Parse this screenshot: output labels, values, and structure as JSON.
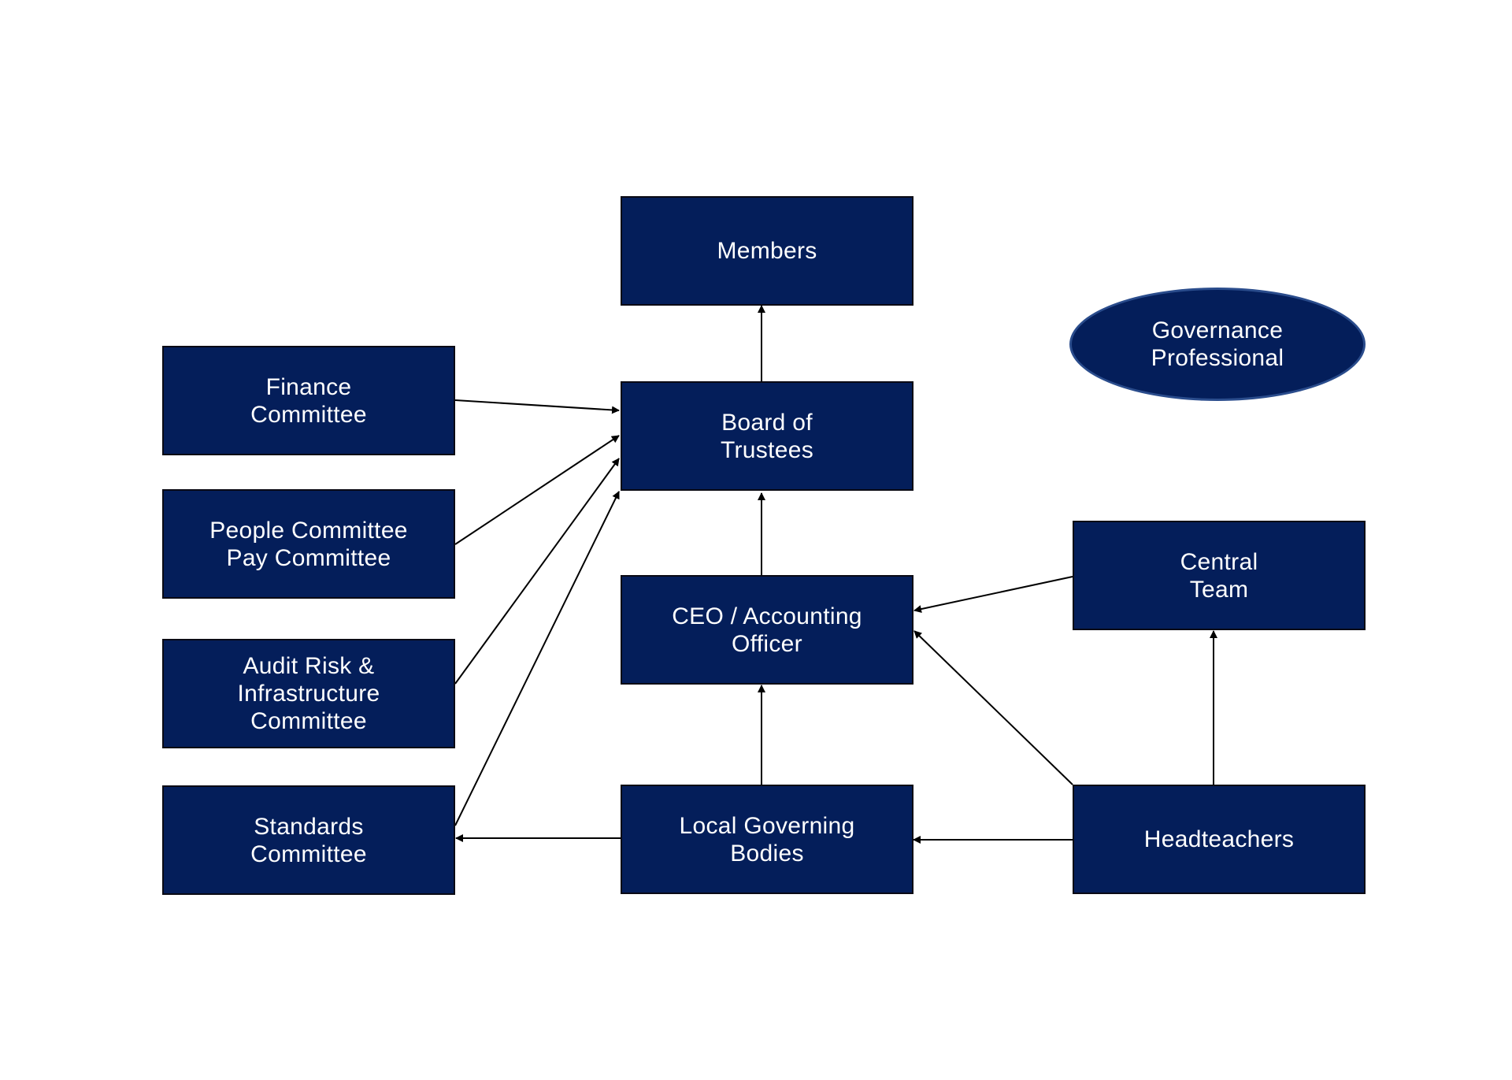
{
  "nodes": {
    "members": "Members",
    "board": "Board of\nTrustees",
    "governance": "Governance\nProfessional",
    "finance": "Finance\nCommittee",
    "people": "People Committee\nPay Committee",
    "audit": "Audit Risk &\nInfrastructure\nCommittee",
    "standards": "Standards\nCommittee",
    "ceo": "CEO / Accounting\nOfficer",
    "central": "Central\nTeam",
    "lgb": "Local Governing\nBodies",
    "headteachers": "Headteachers"
  },
  "colors": {
    "node_fill": "#041e5a",
    "node_border": "#0a0a14",
    "connector": "#000000",
    "text": "#ffffff"
  }
}
